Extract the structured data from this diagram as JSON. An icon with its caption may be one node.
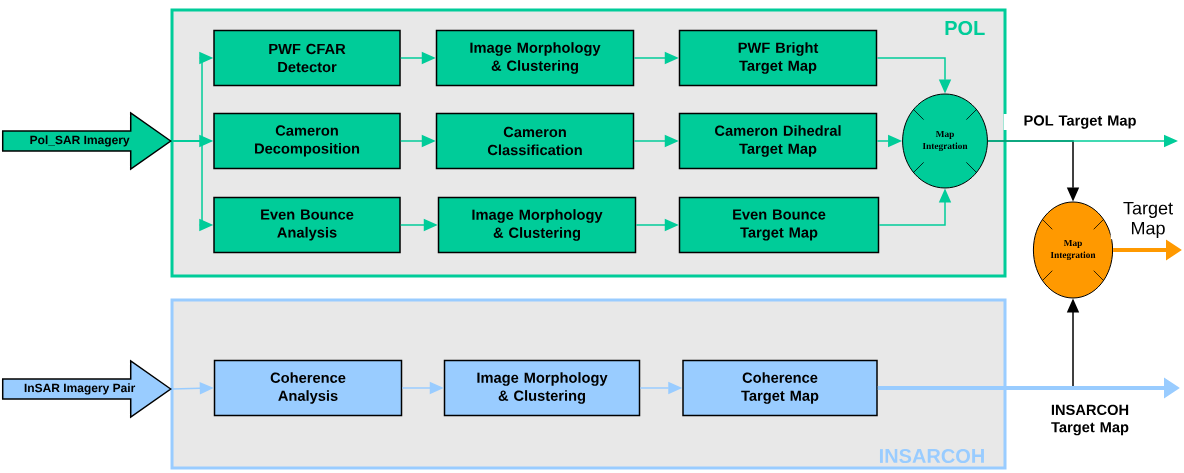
{
  "diagram": {
    "nodes": [
      {
        "text": [
          "POL"
        ]
      },
      {
        "text": [
          "Pol_SAR Imagery"
        ]
      },
      {
        "text": [
          "PWF CFAR Detector"
        ],
        "in": 0
      },
      {
        "text": [
          "Image Morphology & Clustering"
        ],
        "in": 0
      },
      {
        "text": [
          "PWF Bright Target Map"
        ],
        "in": 0
      },
      {
        "text": [
          "Cameron Decomposition"
        ],
        "in": 0
      },
      {
        "text": [
          "Cameron Classification"
        ],
        "in": 0
      },
      {
        "text": [
          "Cameron Dihedral Target Map"
        ],
        "in": 0
      },
      {
        "text": [
          "Even Bounce Analysis"
        ],
        "in": 0
      },
      {
        "text": [
          "Image Morphology & Clustering"
        ],
        "in": 0
      },
      {
        "text": [
          "Even Bounce Target Map"
        ],
        "in": 0
      },
      {
        "text": [
          "Map Integration"
        ],
        "in": 0
      },
      {
        "text": [
          "INSARCOH"
        ]
      },
      {
        "text": [
          "InSAR Imagery Pair"
        ]
      },
      {
        "text": [
          "Coherence Analysis"
        ],
        "in": 12
      },
      {
        "text": [
          "Image Morphology & Clustering"
        ],
        "in": 12
      },
      {
        "text": [
          "Coherence Target Map"
        ],
        "in": 12
      },
      {
        "text": [
          "Map Integration"
        ]
      }
    ],
    "edges": [
      {
        "from": 1,
        "to": 2,
        "arrow": "to"
      },
      {
        "from": 1,
        "to": 5,
        "arrow": "to"
      },
      {
        "from": 1,
        "to": 8,
        "arrow": "to"
      },
      {
        "from": 2,
        "to": 3,
        "arrow": "to"
      },
      {
        "from": 3,
        "to": 4,
        "arrow": "to"
      },
      {
        "from": 5,
        "to": 6,
        "arrow": "to"
      },
      {
        "from": 6,
        "to": 7,
        "arrow": "to"
      },
      {
        "from": 8,
        "to": 9,
        "arrow": "to"
      },
      {
        "from": 9,
        "to": 10,
        "arrow": "to"
      },
      {
        "from": 4,
        "to": 11,
        "arrow": "to"
      },
      {
        "from": 7,
        "to": 11,
        "arrow": "to"
      },
      {
        "from": 10,
        "to": 11,
        "arrow": "to"
      },
      {
        "from": 11,
        "to": 17,
        "arrow": "to",
        "color": "#000000"
      },
      {
        "from": 11,
        "to": null,
        "arrow": "to",
        "label": "POL Target  Map"
      },
      {
        "from": 13,
        "to": 14,
        "arrow": "to",
        "color": "#99ccff"
      },
      {
        "from": 14,
        "to": 15,
        "arrow": "to",
        "color": "#99ccff"
      },
      {
        "from": 15,
        "to": 16,
        "arrow": "to",
        "color": "#99ccff"
      },
      {
        "from": 16,
        "to": 17,
        "arrow": "to",
        "color": "#000000"
      },
      {
        "from": 16,
        "to": null,
        "arrow": "to",
        "label": "INSARCOH Target Map",
        "style": "thick",
        "color": "#99ccff"
      },
      {
        "from": 17,
        "to": null,
        "arrow": "to",
        "label": "Target Map",
        "style": "thick",
        "color": "#ff9900"
      }
    ]
  }
}
